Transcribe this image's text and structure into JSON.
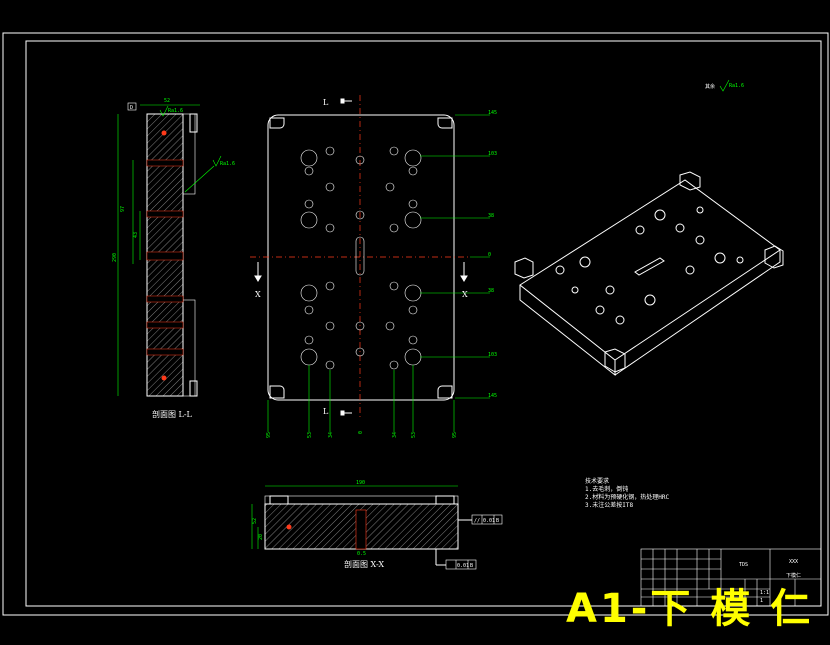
{
  "title_big": "A1-下 模 仁",
  "roughness_general": "其余",
  "roughness_value": "Ra1.6",
  "roughness_value_left": "Ra1.6",
  "section_labels": {
    "view_left": "剖面图 L-L",
    "view_bottom": "剖面图 X-X",
    "cut_L": "L",
    "cut_X": "X"
  },
  "datum": "D",
  "dims_right": [
    "145",
    "103",
    "38",
    "0",
    "38",
    "103",
    "145"
  ],
  "dims_bottom": [
    "95",
    "53",
    "34",
    "0",
    "34",
    "53",
    "95"
  ],
  "dims_left": [
    "52",
    "97",
    "43",
    "290"
  ],
  "dims_section": [
    "190",
    "52",
    "20",
    "0.5"
  ],
  "tolerance_1": [
    "//",
    "0.01",
    "B"
  ],
  "tolerance_2": [
    "",
    "0.01",
    "B"
  ],
  "tech_notes": {
    "heading": "技术要求",
    "lines": [
      "1.去毛刺，倒钝",
      "2.材料为预硬化钢，热处理HRC",
      "3.未注公差按IT8"
    ]
  },
  "title_block": {
    "part": "下模仁",
    "school": "XXX",
    "mark": "TDS",
    "scale": "1:1",
    "sheet": "1"
  },
  "colors": {
    "background": "#000000",
    "lines": "#ffffff",
    "dimensions": "#00ff00",
    "centerlines": "#ff3a1a",
    "title_text": "#ffff00"
  }
}
